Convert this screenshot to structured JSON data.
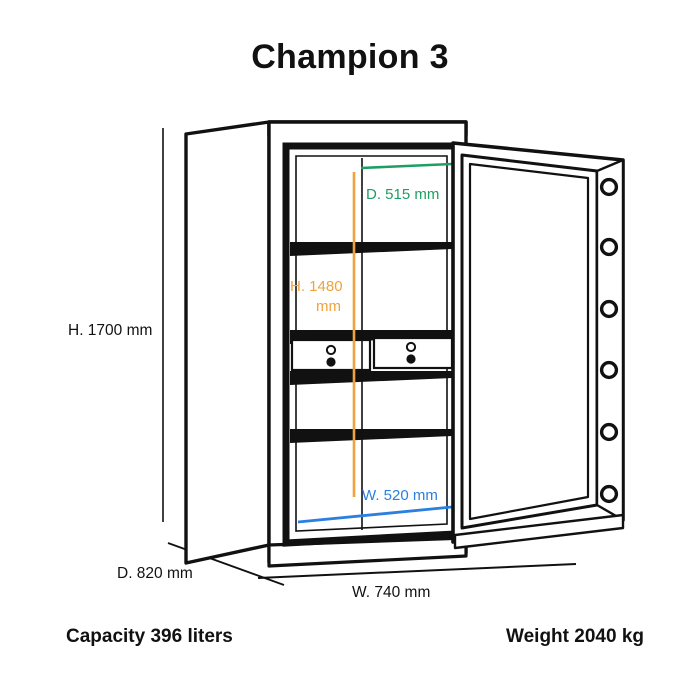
{
  "page": {
    "title": "Champion 3",
    "background_color": "#ffffff",
    "ink_color": "#111111"
  },
  "product": {
    "name": "Champion 3",
    "type": "safe",
    "door_state": "open",
    "bolt_count": 6,
    "shelf_count": 4,
    "drawer_count": 2
  },
  "dimensions": {
    "external_height": {
      "label": "H. 1700 mm",
      "value": 1700,
      "unit": "mm",
      "color": "#111111",
      "axis": "height",
      "scope": "external"
    },
    "external_depth": {
      "label": "D. 820 mm",
      "value": 820,
      "unit": "mm",
      "color": "#111111",
      "axis": "depth",
      "scope": "external"
    },
    "external_width": {
      "label": "W. 740 mm",
      "value": 740,
      "unit": "mm",
      "color": "#111111",
      "axis": "width",
      "scope": "external"
    },
    "internal_depth": {
      "label": "D. 515 mm",
      "value": 515,
      "unit": "mm",
      "color": "#1e9e63",
      "axis": "depth",
      "scope": "internal"
    },
    "internal_height": {
      "label_line1": "H. 1480",
      "label_line2": "mm",
      "label": "H. 1480 mm",
      "value": 1480,
      "unit": "mm",
      "color": "#f0a23c",
      "axis": "height",
      "scope": "internal"
    },
    "internal_width": {
      "label": "W. 520 mm",
      "value": 520,
      "unit": "mm",
      "color": "#2a7fe0",
      "axis": "width",
      "scope": "internal"
    }
  },
  "specs": {
    "capacity": "Capacity 396 liters",
    "capacity_value": 396,
    "capacity_unit": "liters",
    "weight": "Weight 2040 kg",
    "weight_value": 2040,
    "weight_unit": "kg"
  },
  "colors": {
    "green": "#1e9e63",
    "orange": "#f0a23c",
    "blue": "#2a7fe0",
    "black": "#111111",
    "white": "#ffffff"
  }
}
